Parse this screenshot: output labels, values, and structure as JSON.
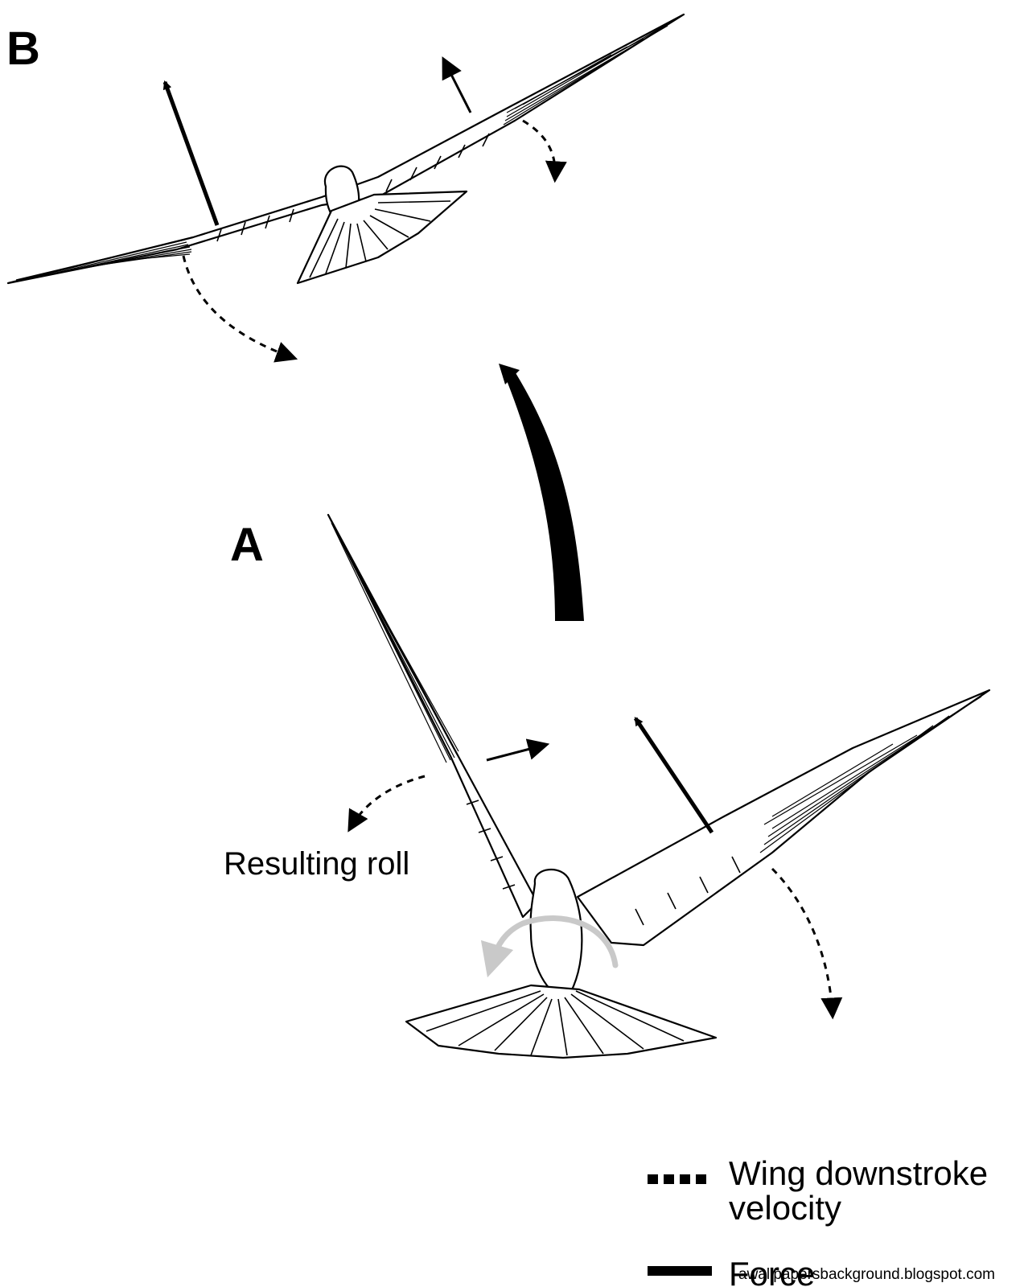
{
  "panels": {
    "a_label": "A",
    "b_label": "B"
  },
  "annotations": {
    "resulting_roll": "Resulting roll"
  },
  "legend": {
    "velocity_line1": "Wing downstroke",
    "velocity_line2": "velocity",
    "force": "Force"
  },
  "watermark": "awallpapersbackground.blogspot.com",
  "colors": {
    "ink": "#000000",
    "roll_arrow": "#c9c9c9",
    "background": "#ffffff"
  }
}
